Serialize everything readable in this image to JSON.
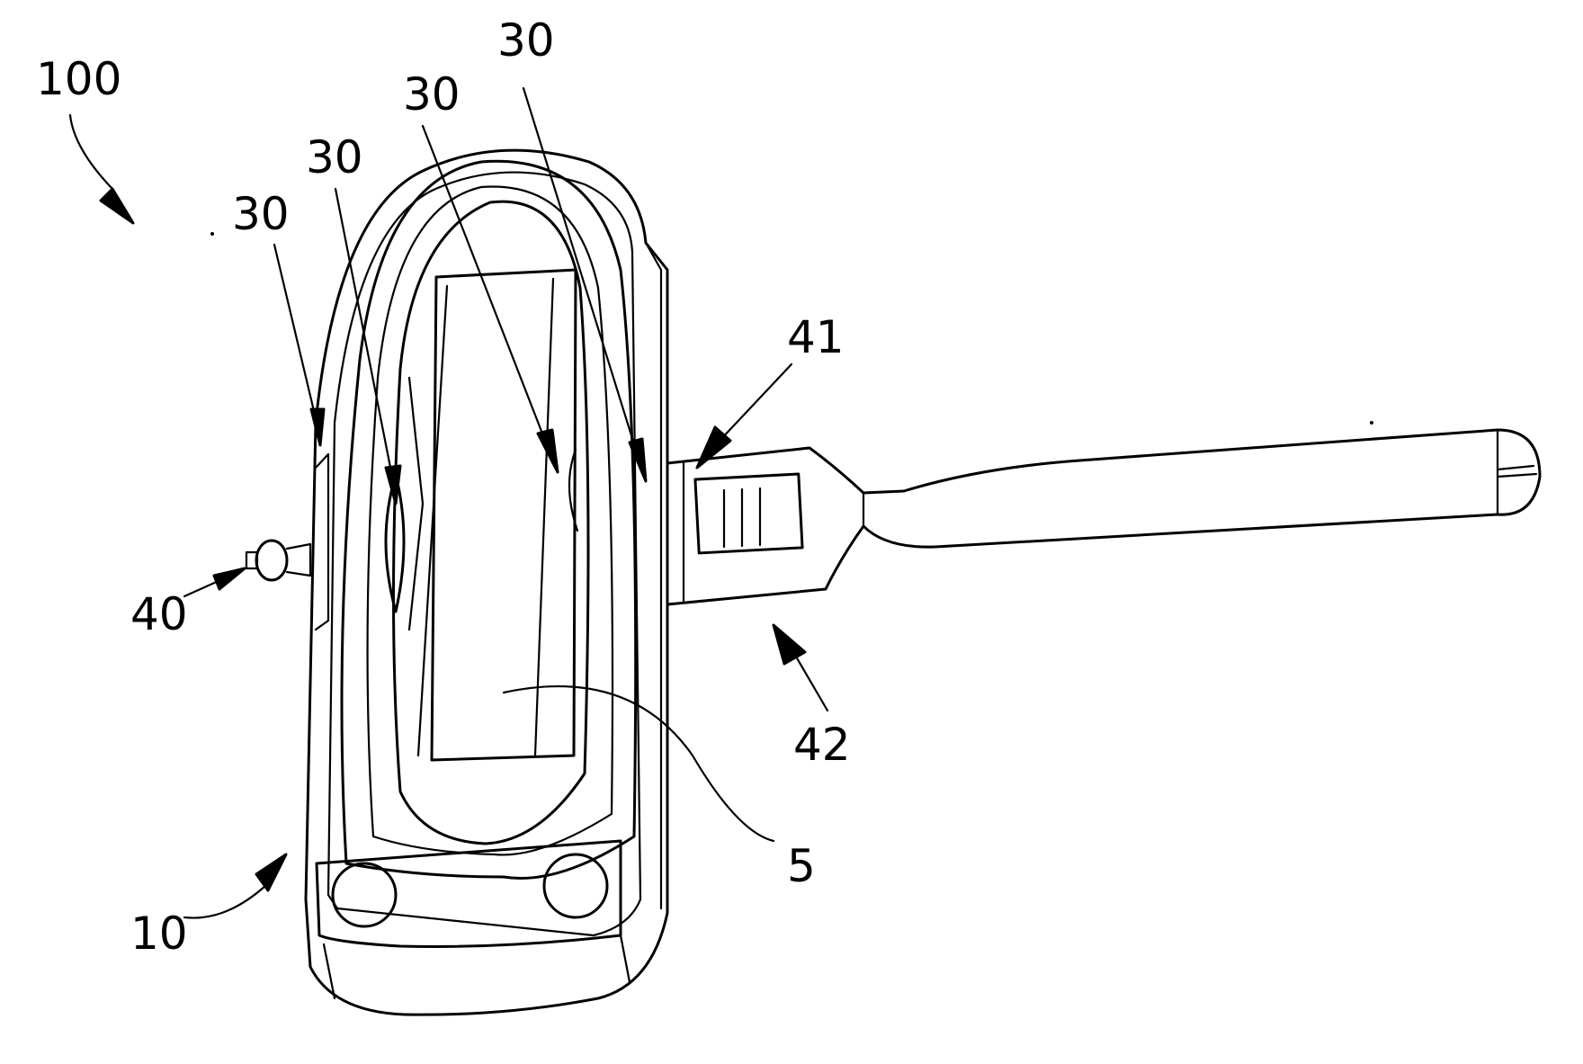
{
  "figure": {
    "labels": {
      "device": "100",
      "housing": "10",
      "component": "5",
      "element_a": "30",
      "element_b": "30",
      "element_c": "30",
      "element_d": "30",
      "port": "40",
      "handle_window": "41",
      "handle": "42"
    }
  }
}
